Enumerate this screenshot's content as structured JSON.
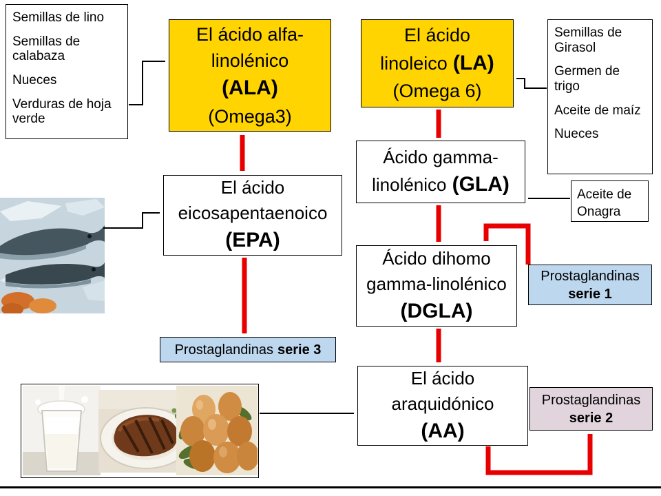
{
  "colors": {
    "node_yellow": "#FFD400",
    "prostaglandin_blue": "#BDD7EE",
    "prostaglandin_pink": "#E2D4DC",
    "arrow_red": "#E80000",
    "arrow_black": "#000000"
  },
  "sources_left": {
    "items": [
      "Semillas de lino",
      "Semillas de calabaza",
      "Nueces",
      "Verduras de hoja verde"
    ]
  },
  "sources_right": {
    "items": [
      "Semillas de Girasol",
      "Germen de trigo",
      "Aceite de maíz",
      "Nueces"
    ]
  },
  "nodes": {
    "ala": {
      "line1": "El ácido alfa-",
      "line2": "linolénico",
      "acronym": "(ALA)",
      "line4": "(Omega3)"
    },
    "la": {
      "line1": "El ácido",
      "line2_pre": "linoleico",
      "acronym": "(LA)",
      "line3": "(Omega 6)"
    },
    "gla": {
      "line1": "Ácido gamma-",
      "line2_pre": "linolénico",
      "acronym": "(GLA)"
    },
    "epa": {
      "line1": "El ácido",
      "line2": "eicosapentaenoico",
      "acronym": "(EPA)"
    },
    "dgla": {
      "line1": "Ácido dihomo",
      "line2": "gamma-linolénico",
      "acronym": "(DGLA)"
    },
    "aa": {
      "line1": "El ácido",
      "line2": "araquidónico",
      "acronym": "(AA)"
    },
    "onagra": {
      "line1": "Aceite de",
      "line2": "Onagra"
    }
  },
  "prostaglandins": {
    "serie1": {
      "label": "Prostaglandinas",
      "serie": "serie 1"
    },
    "serie2": {
      "label": "Prostaglandinas",
      "serie": "serie 2"
    },
    "serie3": {
      "label": "Prostaglandinas",
      "serie": "serie 3"
    }
  },
  "images": {
    "fish": "salmon-on-ice-photo",
    "milk": "milk-glass-splash-photo",
    "steak": "grilled-steak-photo",
    "eggs": "brown-eggs-photo"
  }
}
